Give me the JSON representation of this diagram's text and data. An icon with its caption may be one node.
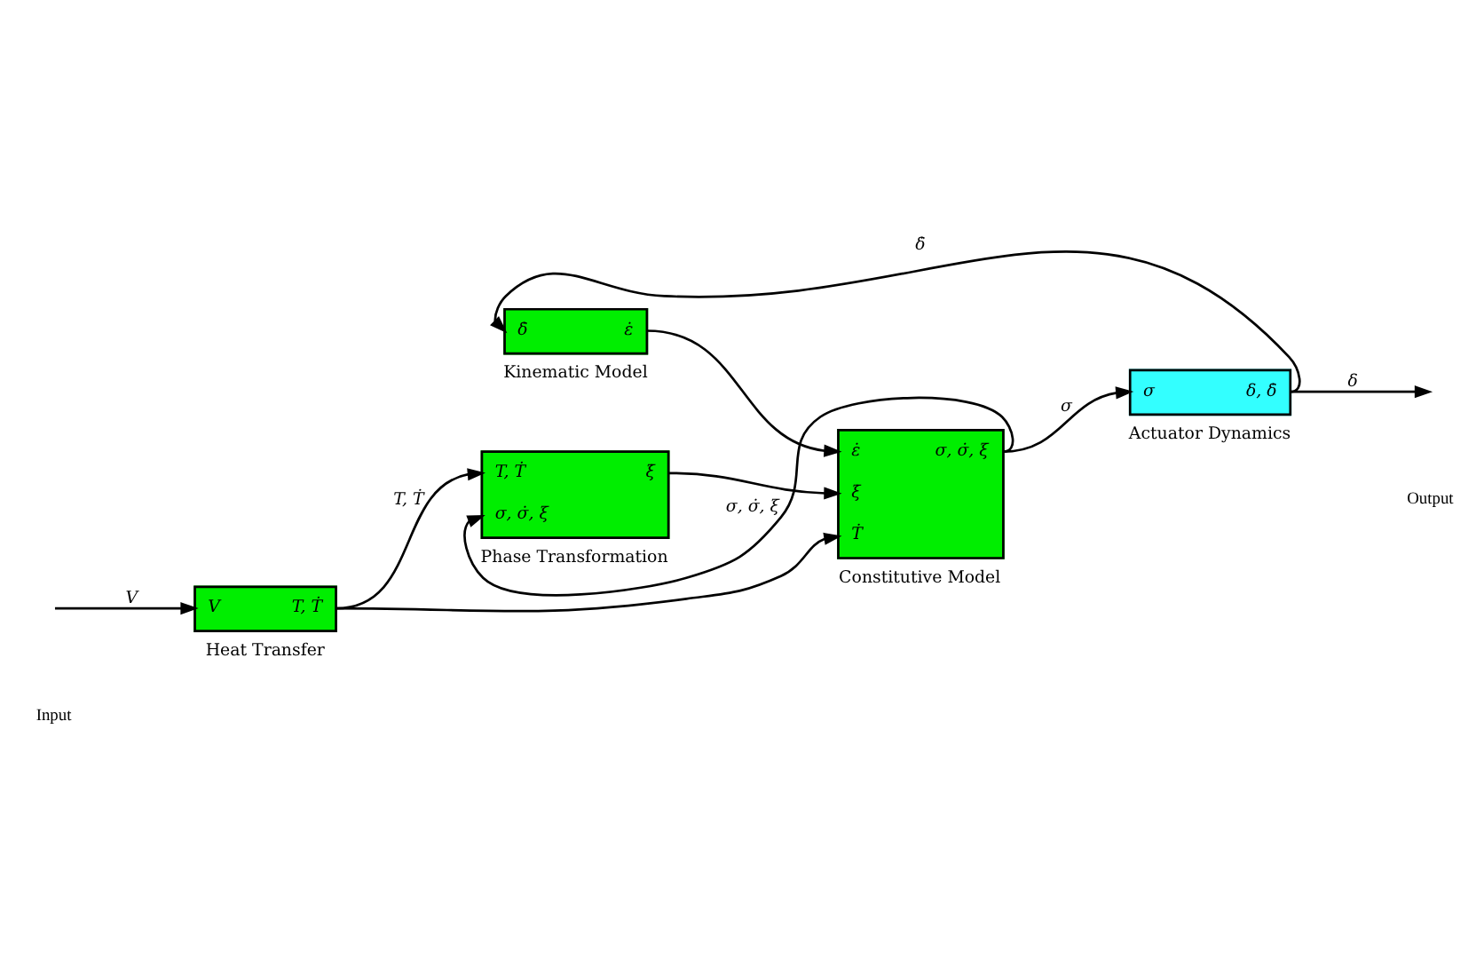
{
  "diagram": {
    "nodes": [
      {
        "text": [
          "δ̇",
          "ε̇",
          "Kinematic Model"
        ]
      },
      {
        "text": [
          "T, Ṫ",
          "ξ̇",
          "σ, σ̇, ξ",
          "Phase Transformation"
        ]
      },
      {
        "text": [
          "ε̇",
          "ξ̇",
          "Ṫ",
          "σ, σ̇, ξ",
          "Constitutive Model"
        ]
      },
      {
        "text": [
          "σ",
          "δ, δ̇",
          "Actuator Dynamics"
        ]
      },
      {
        "text": [
          "V",
          "T, Ṫ",
          "Heat Transfer"
        ]
      }
    ],
    "edges": [
      {
        "from": 3,
        "to": 0,
        "arrow": "to",
        "label": "δ̇"
      },
      {
        "from": 0,
        "to": 2,
        "arrow": "to"
      },
      {
        "from": 1,
        "to": 2,
        "arrow": "to"
      },
      {
        "from": 2,
        "to": 3,
        "arrow": "to",
        "label": "σ"
      },
      {
        "from": 2,
        "to": 1,
        "arrow": "to",
        "label": "σ, σ̇, ξ"
      },
      {
        "from": 4,
        "to": 1,
        "arrow": "to",
        "label": "T, Ṫ"
      },
      {
        "from": 4,
        "to": 2,
        "arrow": "to"
      },
      {
        "from": null,
        "to": 4,
        "arrow": "to",
        "label": "V"
      },
      {
        "from": 3,
        "to": null,
        "arrow": "to",
        "label": "δ"
      }
    ],
    "labels": [
      "Input",
      "Output"
    ]
  }
}
